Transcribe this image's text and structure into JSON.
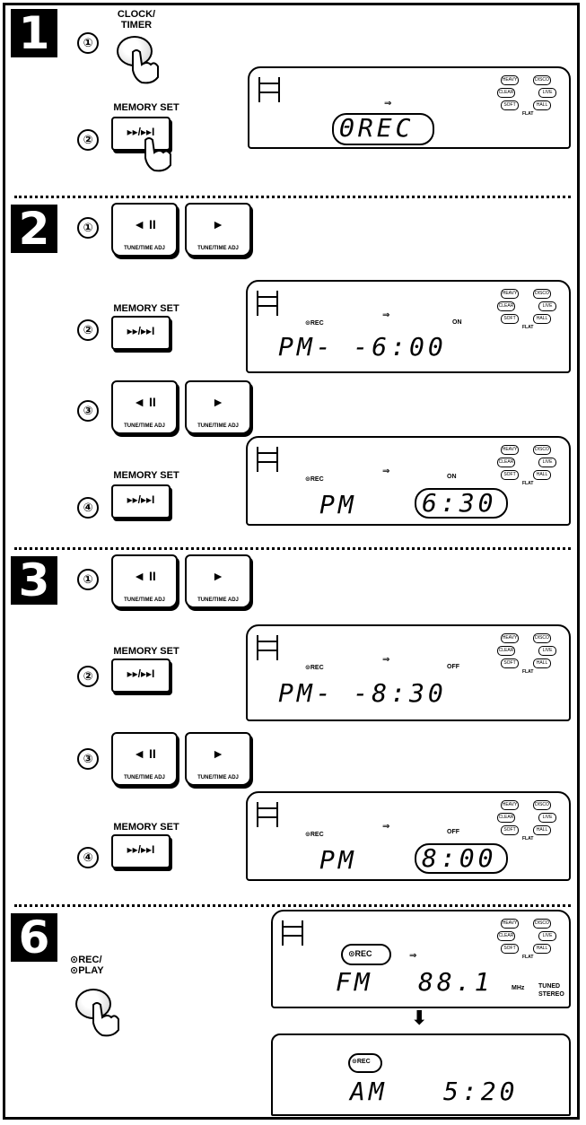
{
  "steps": [
    {
      "id": "1",
      "badge": "1"
    },
    {
      "id": "2",
      "badge": "2"
    },
    {
      "id": "3",
      "badge": "3"
    },
    {
      "id": "6",
      "badge": "6"
    }
  ],
  "nums": {
    "n1": "①",
    "n2": "②",
    "n3": "③",
    "n4": "④"
  },
  "labels": {
    "clock_timer_line1": "CLOCK/",
    "clock_timer_line2": "TIMER",
    "memory_set": "MEMORY SET",
    "memo_sym": "▸▸/▸▸I",
    "rew_sym": "◄ II",
    "fwd_sym": "►",
    "tune_cap": "TUNE/TIME ADJ",
    "rec_play_line1": "⊙REC/",
    "rec_play_line2": "⊙PLAY"
  },
  "displays": {
    "d1": {
      "main": "ΘREC",
      "arrow": "⇒"
    },
    "d2": {
      "main": "PM- -6:00",
      "rec": "⊙REC",
      "on": "ON",
      "arrow": "⇒"
    },
    "d3": {
      "pm": "PM",
      "time": "6:30",
      "rec": "⊙REC",
      "on": "ON",
      "arrow": "⇒"
    },
    "d4": {
      "main": "PM- -8:30",
      "rec": "⊙REC",
      "off": "OFF",
      "arrow": "⇒"
    },
    "d5": {
      "pm": "PM",
      "time": "8:00",
      "rec": "⊙REC",
      "off": "OFF",
      "arrow": "⇒"
    },
    "d6": {
      "band": "FM",
      "freq": "88.1",
      "mhz": "MHz",
      "rec": "⊙REC",
      "tuned": "TUNED",
      "stereo": "STEREO",
      "arrow": "⇒"
    },
    "d7": {
      "am": "AM",
      "time": "5:20",
      "rec": "⊙REC"
    }
  },
  "eq_labels": {
    "heavy": "HEAVY",
    "disco": "DISCO",
    "clear": "CLEAR",
    "live": "LIVE",
    "soft": "SOFT",
    "hall": "HALL",
    "flat": "FLAT"
  }
}
